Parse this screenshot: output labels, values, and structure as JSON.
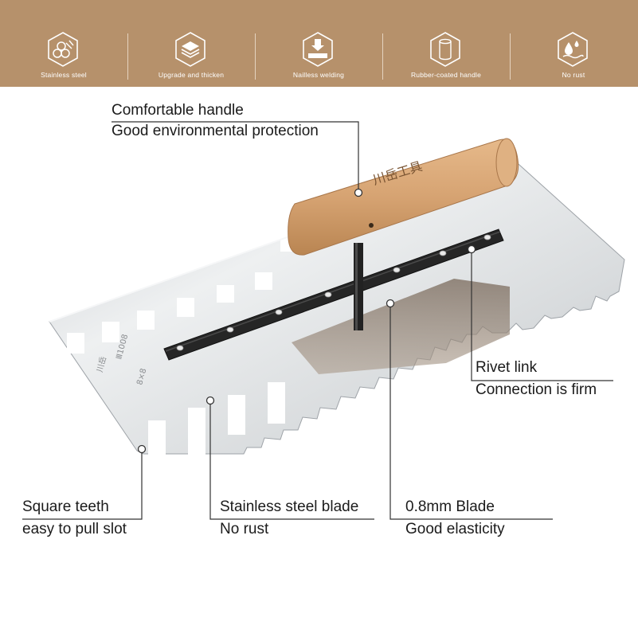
{
  "features": [
    {
      "label": "Stainless steel",
      "icon": "wood-logs-icon"
    },
    {
      "label": "Upgrade and thicken",
      "icon": "layers-icon"
    },
    {
      "label": "Nailless welding",
      "icon": "press-down-icon"
    },
    {
      "label": "Rubber-coated handle",
      "icon": "roll-icon"
    },
    {
      "label": "No rust",
      "icon": "water-drop-icon"
    }
  ],
  "handle_brand": "川岳工具",
  "blade_marks": [
    "川岳",
    "Ⅲ1008",
    "8×8"
  ],
  "callouts": {
    "handle": {
      "line1": "Comfortable handle",
      "line2": "Good environmental protection"
    },
    "rivet": {
      "line1": "Rivet link",
      "line2": "Connection is firm"
    },
    "teeth": {
      "line1": "Square teeth",
      "line2": "easy to pull slot"
    },
    "steel": {
      "line1": "Stainless steel blade",
      "line2": "No rust"
    },
    "blade": {
      "line1": "0.8mm Blade",
      "line2": "Good elasticity"
    }
  },
  "colors": {
    "banner": "#b6916b",
    "wood": "#d9a877",
    "steel": "#dfe1e3",
    "rail": "#2a2a2a"
  }
}
